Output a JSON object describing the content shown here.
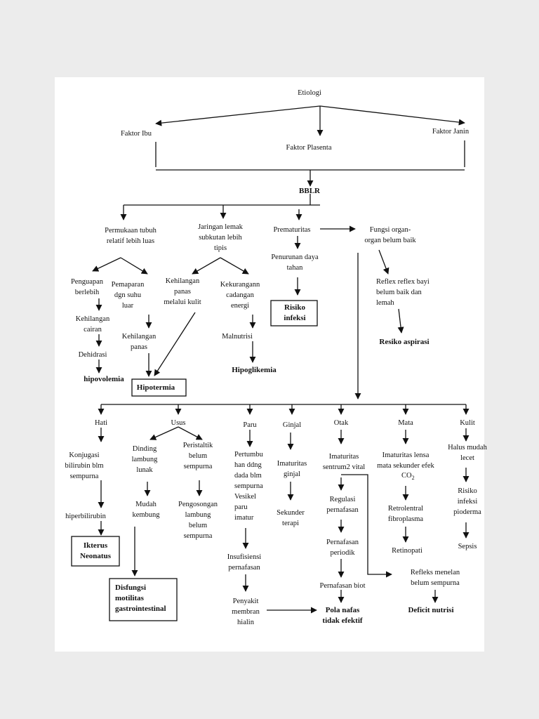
{
  "nodes": {
    "etiologi": "Etiologi",
    "faktor_ibu": "Faktor Ibu",
    "faktor_plasenta": "Faktor Plasenta",
    "faktor_janin": "Faktor Janin",
    "bblr": "BBLR",
    "permukaan_tubuh": [
      "Permukaan tubuh",
      "relatif lebih luas"
    ],
    "jaringan_lemak": [
      "Jaringan lemak",
      "subkutan lebih",
      "tipis"
    ],
    "prematuritas": "Prematuritas",
    "fungsi_organ": [
      "Fungsi organ-",
      "organ belum baik"
    ],
    "penguapan": [
      "Penguapan",
      "berlebih"
    ],
    "pemaparan": [
      "Pemaparan",
      "dgn suhu",
      "luar"
    ],
    "kehilangan_panas_kulit": [
      "Kehilangan",
      "panas",
      "melalui kulit"
    ],
    "kekurangan_energi": [
      "Kekurangann",
      "cadangan",
      "energi"
    ],
    "penurunan_daya": [
      "Penurunan daya",
      "tahan"
    ],
    "reflex_bayi": [
      "Reflex  reflex  bayi",
      "belum    baik    dan",
      "lemah"
    ],
    "kehilangan_cairan": [
      "Kehilangan",
      "cairan"
    ],
    "kehilangan_panas": [
      "Kehilangan",
      "panas"
    ],
    "dehidrasi": "Dehidrasi",
    "malnutrisi": "Malnutrisi",
    "risiko_infeksi": [
      "Risiko",
      "infeksi"
    ],
    "resiko_aspirasi": "Resiko aspirasi",
    "hipovolemia": "hipovolemia",
    "hipotermia": "Hipotermia",
    "hipoglikemia": "Hipoglikemia",
    "hati": "Hati",
    "usus": "Usus",
    "paru": "Paru",
    "ginjal": "Ginjal",
    "otak": "Otak",
    "mata": "Mata",
    "kulit": "Kulit",
    "konjugasi": [
      "Konjugasi",
      "bilirubin blm",
      "sempurna"
    ],
    "dinding_lambung": [
      "Dinding",
      "lambung",
      "lunak"
    ],
    "peristaltik": [
      "Peristaltik",
      "belum",
      "sempurna"
    ],
    "pertumbuhan": [
      "Pertumbu",
      "han ddng",
      "dada blm",
      "sempurna",
      "Vesikel",
      "paru",
      "imatur"
    ],
    "imaturitas_ginjal": [
      "Imaturitas",
      "ginjal"
    ],
    "imaturitas_sentrum": [
      "Imaturitas",
      "sentrum2 vital"
    ],
    "imaturitas_lensa": [
      "Imaturitas lensa",
      "mata sekunder efek"
    ],
    "co2": "CO",
    "co2_sub": "2",
    "halus_mudah": [
      "Halus mudah",
      "lecet"
    ],
    "mudah_kembung": [
      "Mudah",
      "kembung"
    ],
    "pengosongan": [
      "Pengosongan",
      "lambung",
      "belum",
      "sempurna"
    ],
    "sekunder_terapi": [
      "Sekunder",
      "terapi"
    ],
    "regulasi": [
      "Regulasi",
      "pernafasan"
    ],
    "retrolentral": [
      "Retrolentral",
      "fibroplasma"
    ],
    "risiko_pioderma": [
      "Risiko",
      "infeksi",
      "pioderma"
    ],
    "hiperbilirubin": "hiperbilirubin",
    "pernafasan_periodik": [
      "Pernafasan",
      "periodik"
    ],
    "retinopati": "Retinopati",
    "sepsis": "Sepsis",
    "ikterus": [
      "Ikterus",
      "Neonatus"
    ],
    "insufisiensi": [
      "Insufisiensi",
      "pernafasan"
    ],
    "refleks_menelan": [
      "Refleks menelan",
      "belum sempurna"
    ],
    "disfungsi": [
      "Disfungsi",
      "motilitas",
      "gastrointestinal"
    ],
    "pernafasan_biot": "Pernafasan biot",
    "penyakit_membran": [
      "Penyakit",
      "membran",
      "hialin"
    ],
    "pola_nafas": [
      "Pola nafas",
      "tidak efektif"
    ],
    "deficit_nutrisi": "Deficit nutrisi"
  }
}
